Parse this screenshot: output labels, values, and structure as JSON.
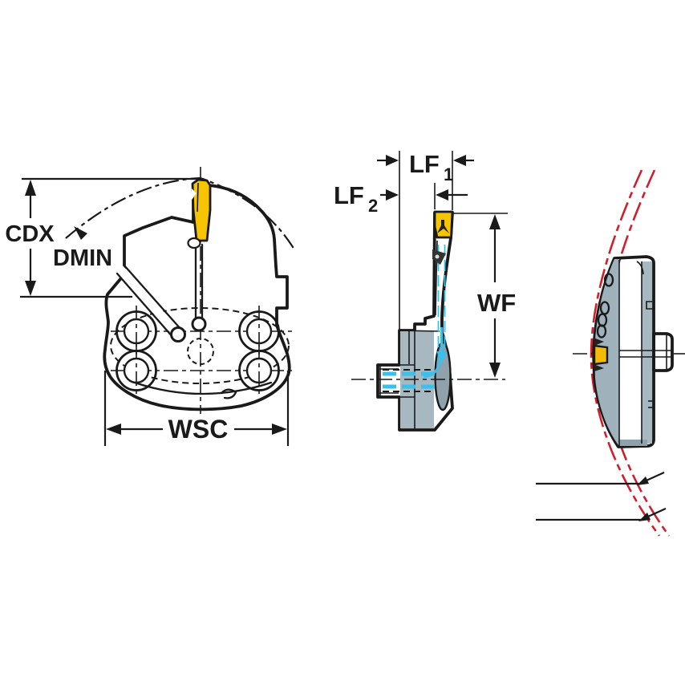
{
  "views": {
    "front": {
      "cdx_label": "CDX",
      "dmin_label": "DMIN",
      "wsc_label": "WSC"
    },
    "side": {
      "lf1_base": "LF",
      "lf1_sub": "1",
      "lf2_base": "LF",
      "lf2_sub": "2",
      "wf_label": "WF"
    }
  },
  "colors": {
    "body": "#b8c5cc",
    "body_shade": "#9fb2bb",
    "body_shade2": "#a7b8c0",
    "body_dark": "#8fa2ab",
    "insert_yellow": "#f6c400",
    "insert_yellow_side": "#f2bb05",
    "coolant_cyan": "#3cc0ea",
    "reference_red": "#ce1f2e",
    "line_black": "#1a1a1a"
  }
}
